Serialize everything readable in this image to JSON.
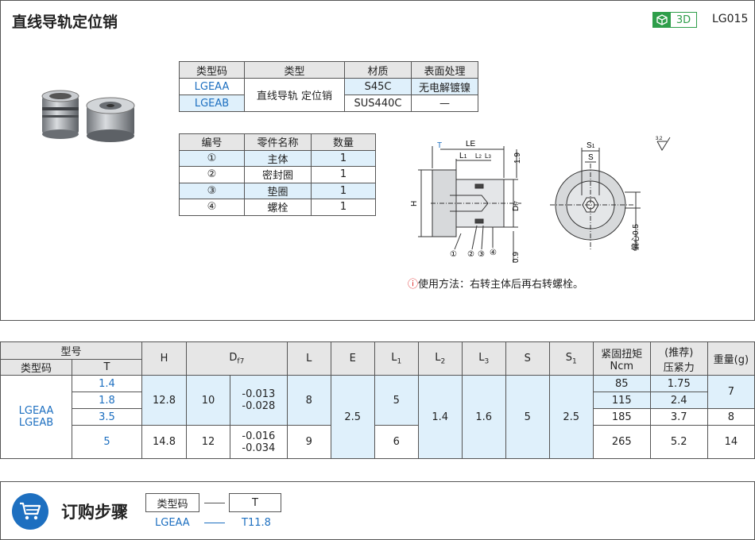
{
  "header": {
    "title": "直线导轨定位销",
    "badge": "3D",
    "code": "LG015"
  },
  "type_table": {
    "headers": [
      "类型码",
      "类型",
      "材质",
      "表面处理"
    ],
    "rows": [
      {
        "code": "LGEAA",
        "material": "S45C",
        "finish": "无电解镀镍"
      },
      {
        "code": "LGEAB",
        "material": "SUS440C",
        "finish": "—"
      }
    ],
    "type_value": "直线导轨 定位销"
  },
  "parts_table": {
    "headers": [
      "编号",
      "零件名称",
      "数量"
    ],
    "rows": [
      {
        "no": "①",
        "name": "主体",
        "qty": "1"
      },
      {
        "no": "②",
        "name": "密封圈",
        "qty": "1"
      },
      {
        "no": "③",
        "name": "垫圈",
        "qty": "1"
      },
      {
        "no": "④",
        "name": "螺栓",
        "qty": "1"
      }
    ]
  },
  "drawing": {
    "T": "T",
    "LE": "LE",
    "L1": "L",
    "L1sub": "1",
    "L2": "L",
    "L2sub": "2",
    "L3": "L",
    "L3sub": "3",
    "dim19": "1.9",
    "H": "H",
    "D": "D",
    "Dsub": "f7",
    "dim09": "0.9",
    "S1": "S",
    "S1sub": "1",
    "S": "S",
    "eccentric": "偏心0.5",
    "callouts": [
      "①",
      "②",
      "③",
      "④"
    ],
    "surface": "3.2"
  },
  "usage": {
    "mark": "ⓘ",
    "text": "使用方法：右转主体后再右转螺栓。"
  },
  "spec": {
    "group": "型号",
    "col_code": "类型码",
    "col_T": "T",
    "headers": {
      "H": "H",
      "D": "D",
      "Dsub": "f7",
      "L": "L",
      "E": "E",
      "L1": "L",
      "L1s": "1",
      "L2": "L",
      "L2s": "2",
      "L3": "L",
      "L3s": "3",
      "S": "S",
      "S1": "S",
      "S1s": "1",
      "torque1": "紧固扭矩",
      "torque2": "Ncm",
      "press1": "(推荐)",
      "press2": "压紧力",
      "weight": "重量(g)"
    },
    "codes": [
      "LGEAA",
      "LGEAB"
    ],
    "rows": [
      {
        "T": "1.4",
        "torque": "85",
        "press": "1.75"
      },
      {
        "T": "1.8",
        "torque": "115",
        "press": "2.4"
      },
      {
        "T": "3.5",
        "torque": "185",
        "press": "3.7"
      },
      {
        "T": "5",
        "torque": "265",
        "press": "5.2"
      }
    ],
    "g1": {
      "H": "12.8",
      "D": "10",
      "tol1": "-0.013",
      "tol2": "-0.028",
      "L": "8",
      "L1": "5"
    },
    "g2": {
      "H": "14.8",
      "D": "12",
      "tol1": "-0.016",
      "tol2": "-0.034",
      "L": "9",
      "L1": "6"
    },
    "E": "2.5",
    "L2": "1.4",
    "L3": "1.6",
    "S": "5",
    "S1": "2.5",
    "weights": [
      "7",
      "8",
      "14"
    ]
  },
  "order": {
    "title": "订购步骤",
    "box1": "类型码",
    "box2": "T",
    "val1": "LGEAA",
    "val2": "T11.8"
  }
}
